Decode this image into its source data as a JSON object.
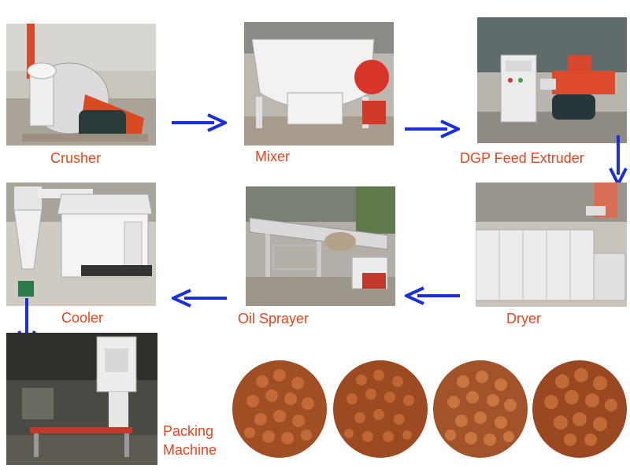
{
  "steps": {
    "crusher": "Crusher",
    "mixer": "Mixer",
    "extruder": "DGP Feed Extruder",
    "dryer": "Dryer",
    "oil_sprayer": "Oil Sprayer",
    "cooler": "Cooler",
    "packing_line1": "Packing",
    "packing_line2": "Machine"
  },
  "colors": {
    "label": "#e8431c",
    "arrow": "#1a2fd9",
    "pellet": "#a9532a"
  }
}
